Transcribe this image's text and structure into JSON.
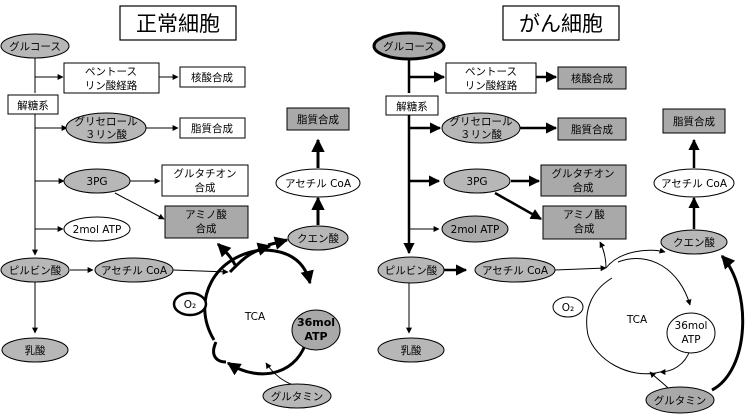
{
  "titles": {
    "normal": "正常細胞",
    "cancer": "がん細胞"
  },
  "nodes": {
    "glucose": "グルコース",
    "pentose_line1": "ペントース",
    "pentose_line2": "リン酸経路",
    "nucleic": "核酸合成",
    "glycolysis": "解糖系",
    "glycerol_line1": "グリセロール",
    "glycerol_line2": "３リン酸",
    "lipid": "脂質合成",
    "pg3": "3PG",
    "glutathione_line1": "グルタチオン",
    "glutathione_line2": "合成",
    "amino_line1": "アミノ酸",
    "amino_line2": "合成",
    "atp2": "2mol ATP",
    "pyruvate": "ピルビン酸",
    "acetyl_coa": "アセチル CoA",
    "lactate": "乳酸",
    "citrate": "クエン酸",
    "o2": "O₂",
    "tca": "TCA",
    "atp36_line1": "36mol",
    "atp36_line2": "ATP",
    "glutamine": "グルタミン",
    "fat": "脂質合成"
  },
  "colors": {
    "gray": "#b7b7b7",
    "gray_dark": "#a9a9a9",
    "white": "#ffffff",
    "stroke": "#000000"
  }
}
